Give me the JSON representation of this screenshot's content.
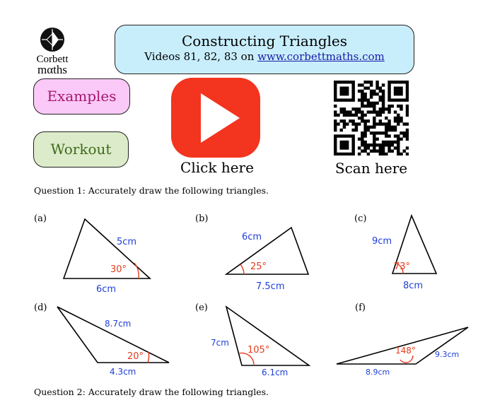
{
  "logo": {
    "line1": "Corbett",
    "line2": "mαths"
  },
  "header": {
    "title": "Constructing Triangles",
    "subtitle_prefix": "Videos 81, 82, 83 on ",
    "link": "www.corbettmaths.com"
  },
  "buttons": {
    "examples": "Examples",
    "workout": "Workout"
  },
  "labels": {
    "click": "Click here",
    "scan": "Scan here"
  },
  "questions": {
    "q1": "Question 1:   Accurately draw the following triangles.",
    "q2": "Question 2:   Accurately draw the following triangles."
  },
  "colors": {
    "side_label": "#1f3fd6",
    "angle_label": "#e53b1c",
    "title_bg": "#c8eefc",
    "examples_bg": "#fbc9f7",
    "workout_bg": "#dcebc9",
    "play_red": "#f3341f"
  },
  "icons": {
    "play": "play-icon",
    "qr": "qr-code-icon",
    "logo": "corbettmaths-logo-icon"
  },
  "triangles": {
    "a": {
      "label": "(a)",
      "side1": "5cm",
      "side2": "6cm",
      "angle": "30°"
    },
    "b": {
      "label": "(b)",
      "side1": "6cm",
      "side2": "7.5cm",
      "angle": "25°"
    },
    "c": {
      "label": "(c)",
      "side1": "9cm",
      "side2": "8cm",
      "angle": "73°"
    },
    "d": {
      "label": "(d)",
      "side1": "8.7cm",
      "side2": "4.3cm",
      "angle": "20°"
    },
    "e": {
      "label": "(e)",
      "side1": "7cm",
      "side2": "6.1cm",
      "angle": "105°"
    },
    "f": {
      "label": "(f)",
      "side1": "8.9cm",
      "side2": "9.3cm",
      "angle": "148°"
    }
  }
}
